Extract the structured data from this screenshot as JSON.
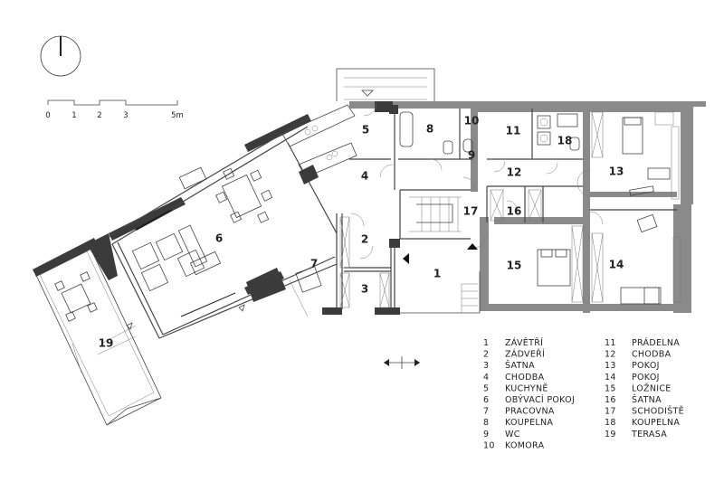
{
  "scale": {
    "ticks": [
      "0",
      "1",
      "2",
      "3",
      "5m"
    ]
  },
  "rooms": [
    {
      "id": "1",
      "label": "1"
    },
    {
      "id": "2",
      "label": "2"
    },
    {
      "id": "3",
      "label": "3"
    },
    {
      "id": "4",
      "label": "4"
    },
    {
      "id": "5",
      "label": "5"
    },
    {
      "id": "6",
      "label": "6"
    },
    {
      "id": "7",
      "label": "7"
    },
    {
      "id": "8",
      "label": "8"
    },
    {
      "id": "9",
      "label": "9"
    },
    {
      "id": "10",
      "label": "10"
    },
    {
      "id": "11",
      "label": "11"
    },
    {
      "id": "12",
      "label": "12"
    },
    {
      "id": "13",
      "label": "13"
    },
    {
      "id": "14",
      "label": "14"
    },
    {
      "id": "15",
      "label": "15"
    },
    {
      "id": "16",
      "label": "16"
    },
    {
      "id": "17",
      "label": "17"
    },
    {
      "id": "18",
      "label": "18"
    },
    {
      "id": "19",
      "label": "19"
    }
  ],
  "legend": [
    {
      "num": "1",
      "name": "ZÁVĚTŘÍ"
    },
    {
      "num": "2",
      "name": "ZÁDVEŘÍ"
    },
    {
      "num": "3",
      "name": "ŠATNA"
    },
    {
      "num": "4",
      "name": "CHODBA"
    },
    {
      "num": "5",
      "name": "KUCHYNĚ"
    },
    {
      "num": "6",
      "name": "OBÝVACÍ POKOJ"
    },
    {
      "num": "7",
      "name": "PRACOVNA"
    },
    {
      "num": "8",
      "name": "KOUPELNA"
    },
    {
      "num": "9",
      "name": "WC"
    },
    {
      "num": "10",
      "name": "KOMORA"
    },
    {
      "num": "11",
      "name": "PRÁDELNA"
    },
    {
      "num": "12",
      "name": "CHODBA"
    },
    {
      "num": "13",
      "name": "POKOJ"
    },
    {
      "num": "14",
      "name": "POKOJ"
    },
    {
      "num": "15",
      "name": "LOŽNICE"
    },
    {
      "num": "16",
      "name": "ŠATNA"
    },
    {
      "num": "17",
      "name": "SCHODIŠTĚ"
    },
    {
      "num": "18",
      "name": "KOUPELNA"
    },
    {
      "num": "19",
      "name": "TERASA"
    }
  ]
}
